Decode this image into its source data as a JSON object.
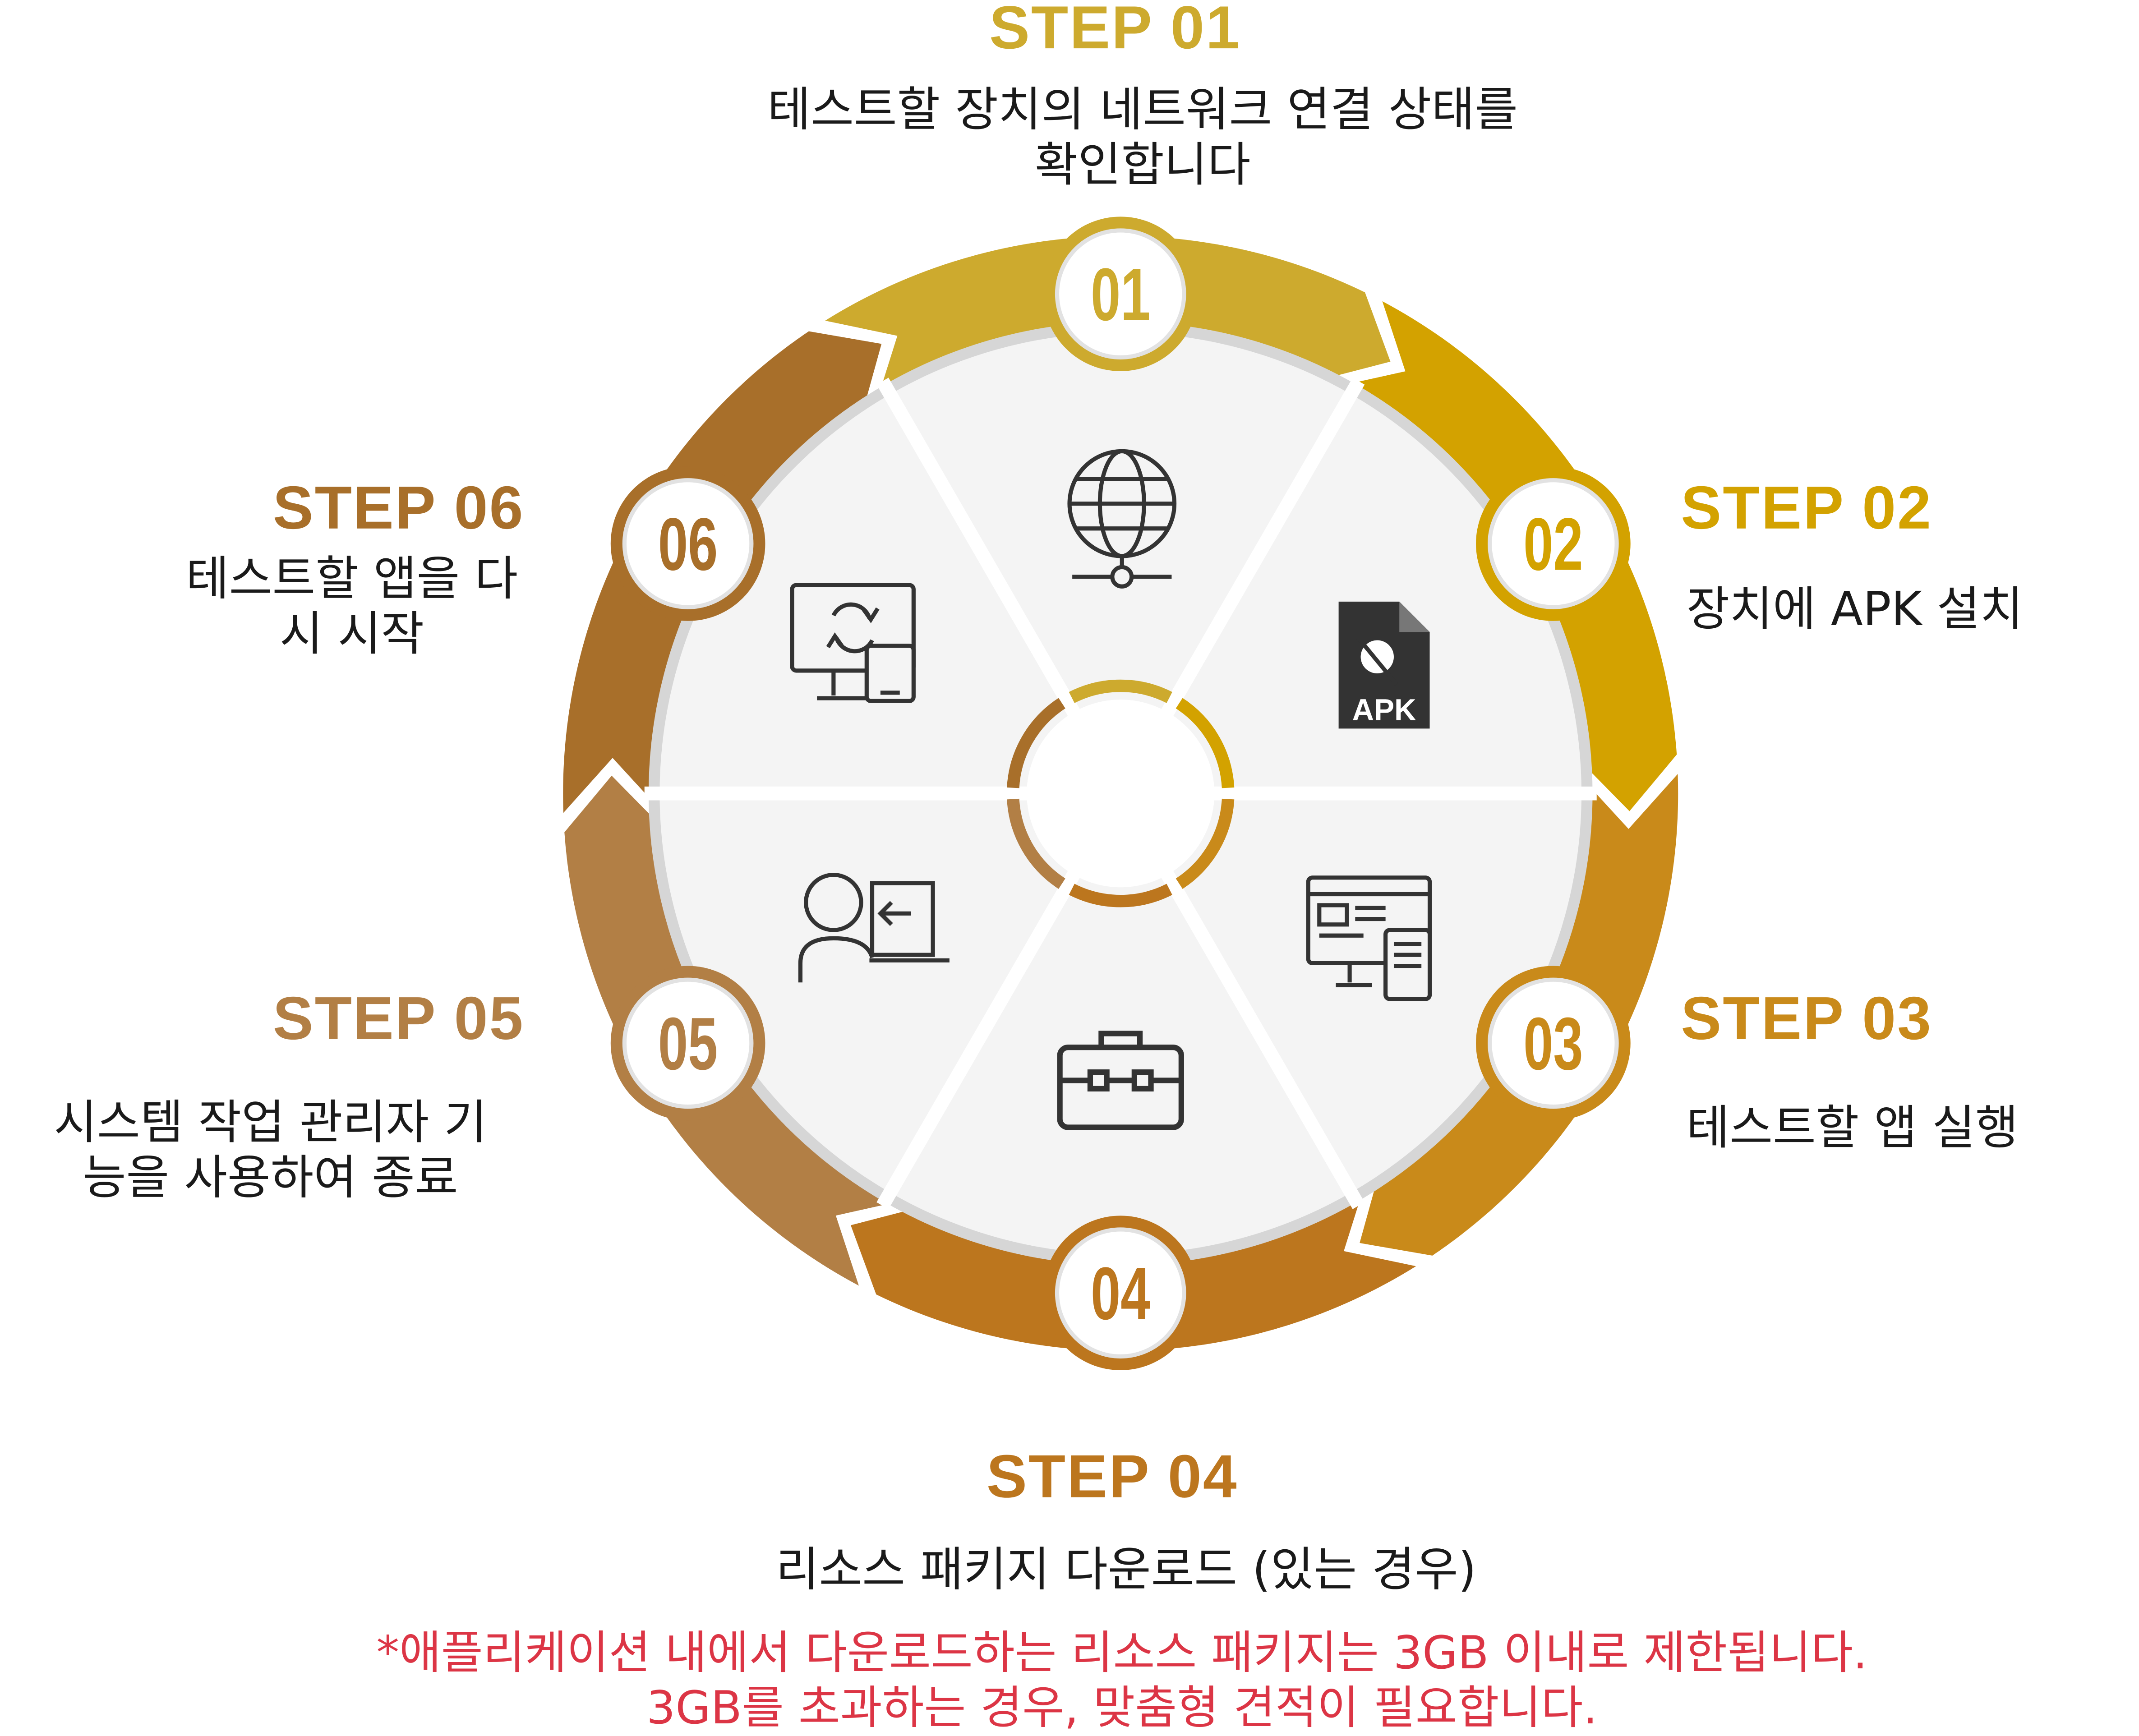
{
  "steps": [
    {
      "label": "STEP 01",
      "number": "01",
      "desc": [
        "테스트할 장치의 네트워크 연결 상태를",
        "확인합니다"
      ],
      "color": "#CDAA2E",
      "icon": "globe-network-icon"
    },
    {
      "label": "STEP 02",
      "number": "02",
      "desc": [
        "장치에 APK 설치"
      ],
      "color": "#D3A200",
      "icon": "apk-file-icon",
      "icon_text": "APK"
    },
    {
      "label": "STEP 03",
      "number": "03",
      "desc": [
        "테스트할 앱 실행"
      ],
      "color": "#C98A1A",
      "icon": "responsive-devices-icon"
    },
    {
      "label": "STEP 04",
      "number": "04",
      "desc": [
        "리소스 패키지 다운로드 (있는 경우)"
      ],
      "color": "#BC761E",
      "icon": "briefcase-icon"
    },
    {
      "label": "STEP 05",
      "number": "05",
      "desc": [
        "시스템 작업 관리자 기",
        "능을 사용하여 종료"
      ],
      "color": "#B27F45",
      "icon": "user-logout-icon"
    },
    {
      "label": "STEP 06",
      "number": "06",
      "desc": [
        "테스트할 앱을 다",
        "시 시작"
      ],
      "color": "#A86F2A",
      "icon": "device-sync-icon"
    }
  ],
  "note": [
    "*애플리케이션 내에서 다운로드하는 리소스 패키지는 3GB 이내로 제한됩니다.",
    "3GB를 초과하는 경우, 맞춤형 견적이 필요합니다."
  ],
  "note_color": "#DC3545"
}
